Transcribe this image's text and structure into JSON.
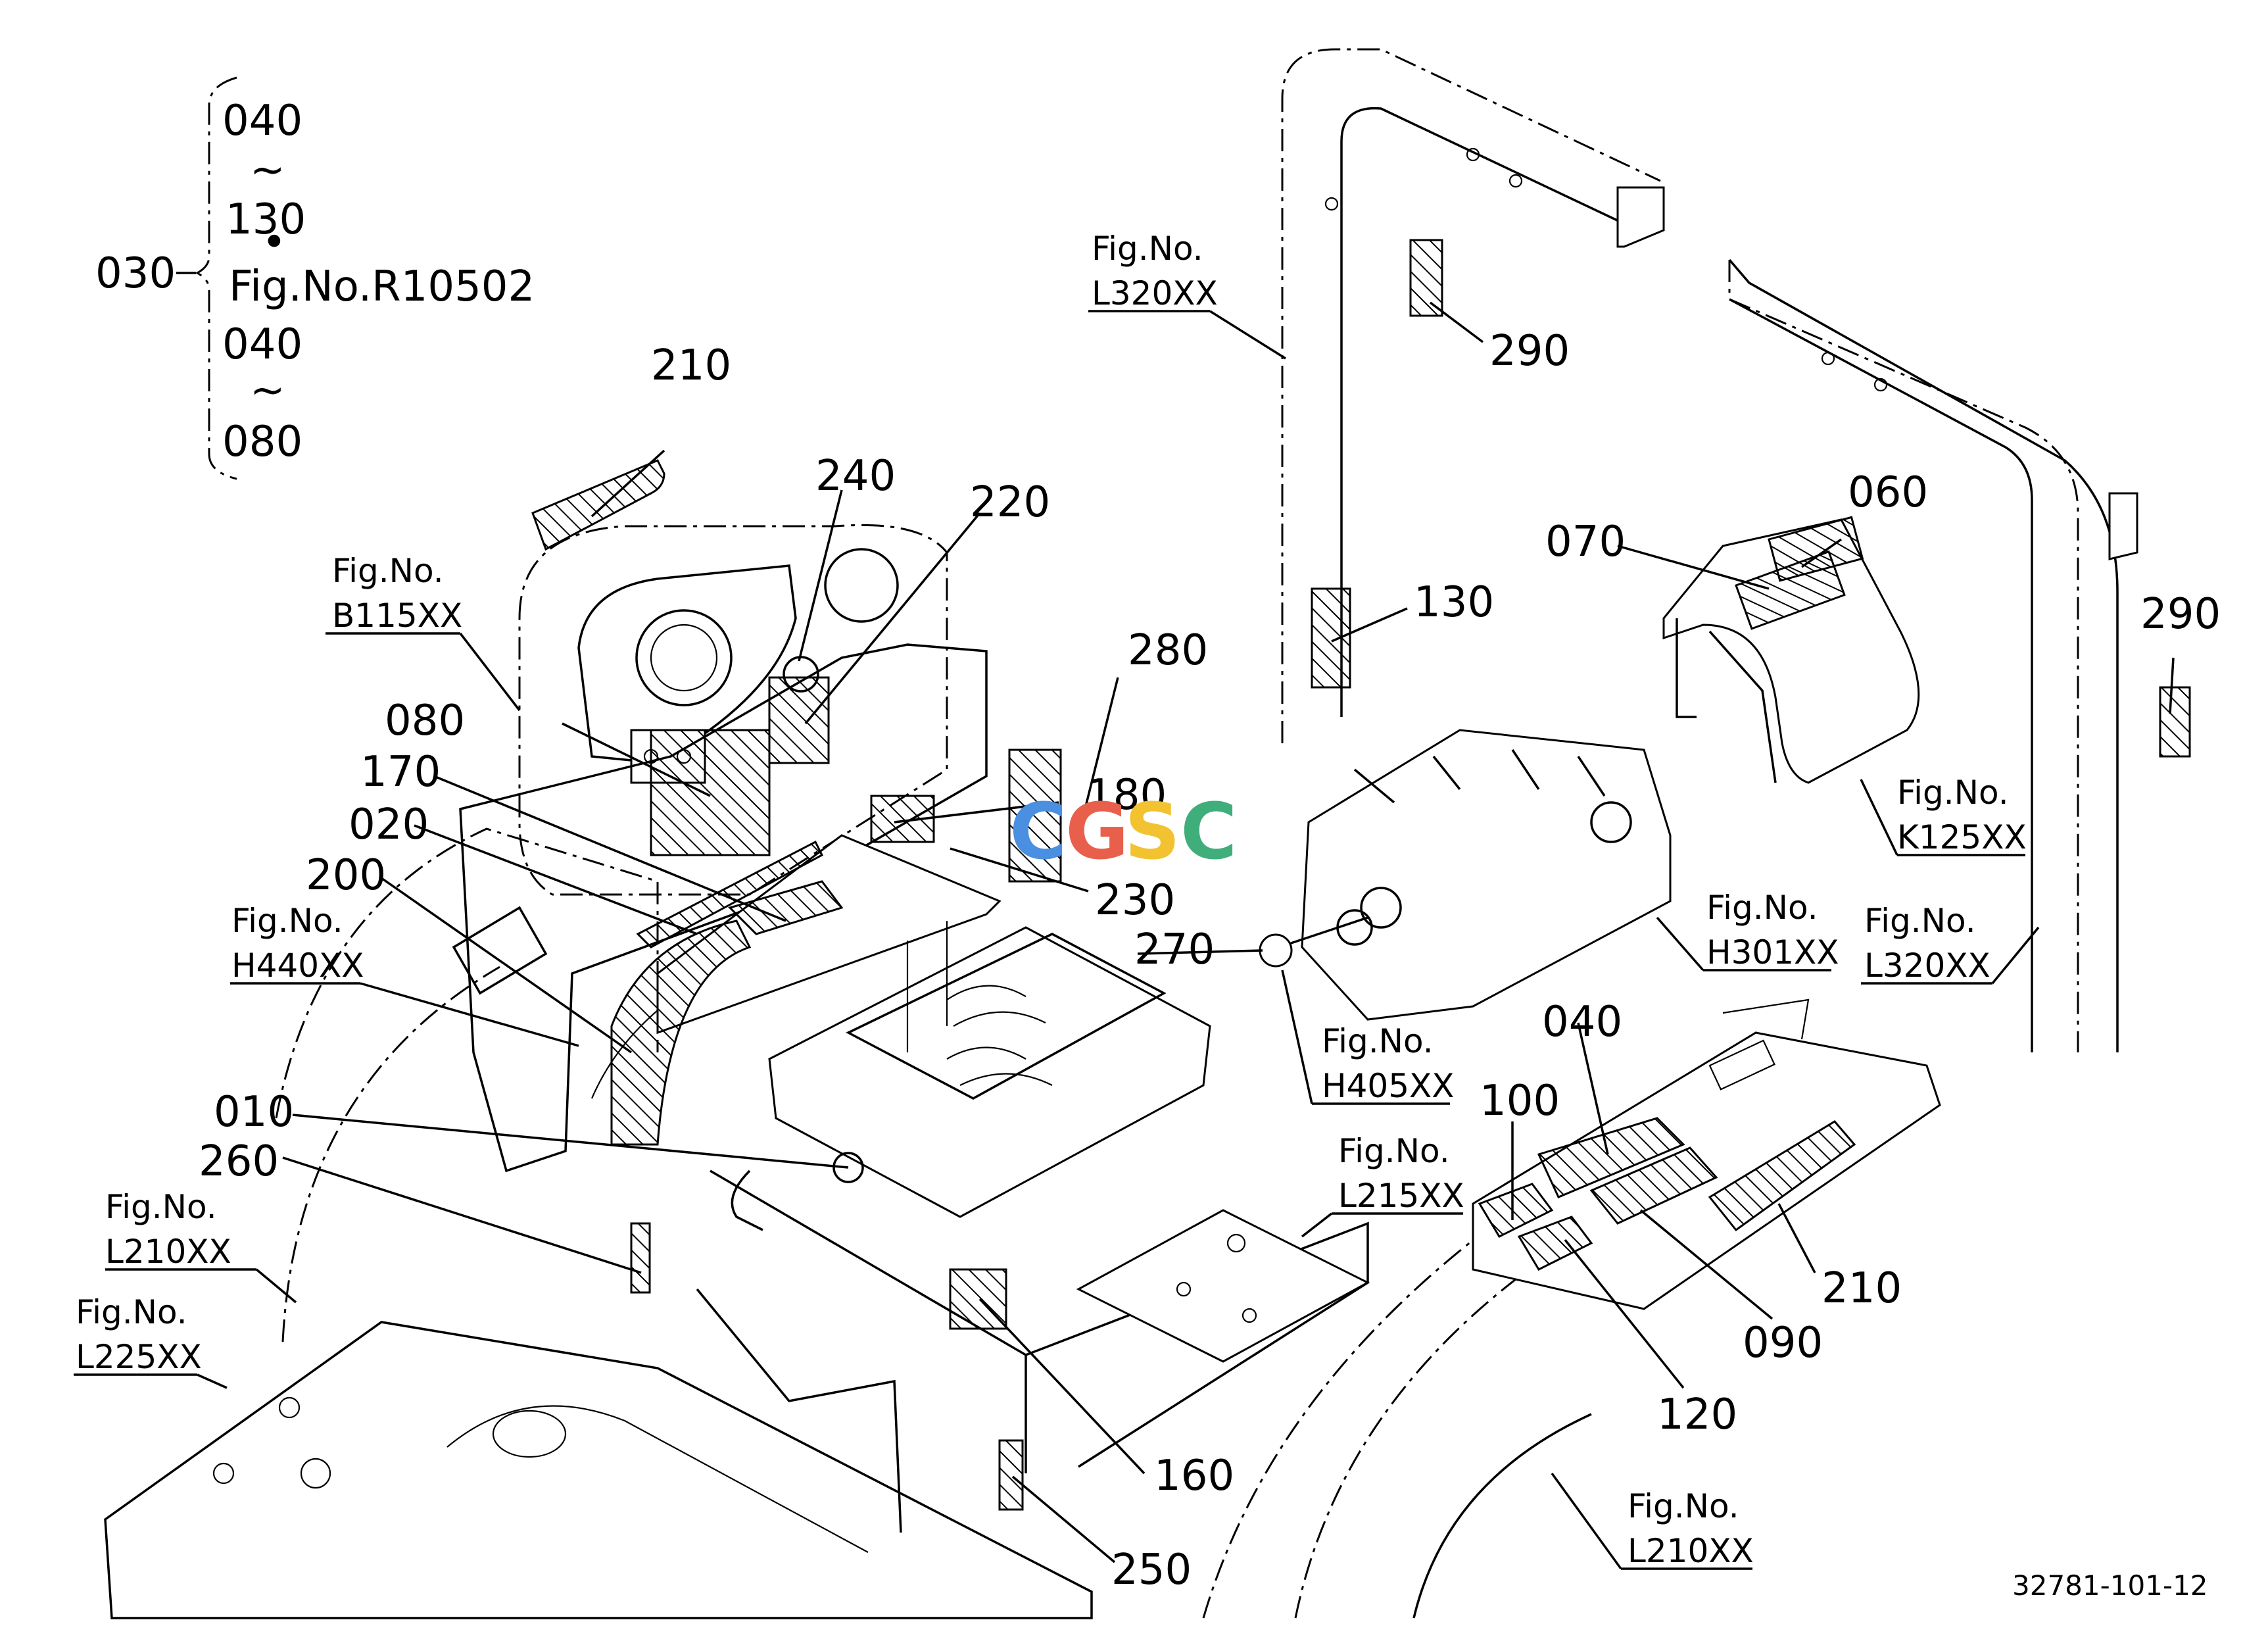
{
  "group_bracket": {
    "parent": "030",
    "lines": [
      "040",
      "~",
      "130",
      "•",
      "Fig.No.R10502",
      "040",
      "~",
      "080"
    ]
  },
  "part_labels": {
    "p210a": "210",
    "p240": "240",
    "p220": "220",
    "p280": "280",
    "p080": "080",
    "p170": "170",
    "p020": "020",
    "p200": "200",
    "p180": "180",
    "p230": "230",
    "p270": "270",
    "p010": "010",
    "p260": "260",
    "p160": "160",
    "p250": "250",
    "p290a": "290",
    "p130": "130",
    "p070": "070",
    "p060": "060",
    "p290b": "290",
    "p040": "040",
    "p100": "100",
    "p210b": "210",
    "p090": "090",
    "p120": "120"
  },
  "fig_refs": {
    "l320a": [
      "Fig.No.",
      "L320XX"
    ],
    "b115": [
      "Fig.No.",
      "B115XX"
    ],
    "h440": [
      "Fig.No.",
      "H440XX"
    ],
    "l210a": [
      "Fig.No.",
      "L210XX"
    ],
    "l225": [
      "Fig.No.",
      "L225XX"
    ],
    "h301": [
      "Fig.No.",
      "H301XX"
    ],
    "k125": [
      "Fig.No.",
      "K125XX"
    ],
    "l320b": [
      "Fig.No.",
      "L320XX"
    ],
    "h405": [
      "Fig.No.",
      "H405XX"
    ],
    "l215": [
      "Fig.No.",
      "L215XX"
    ],
    "l210b": [
      "Fig.No.",
      "L210XX"
    ]
  },
  "watermark": {
    "letters": [
      "C",
      "G",
      "S",
      "C"
    ],
    "colors": [
      "#4a8fe0",
      "#e8604c",
      "#f2c230",
      "#3fae7a"
    ]
  },
  "drawing_number": "32781-101-12"
}
